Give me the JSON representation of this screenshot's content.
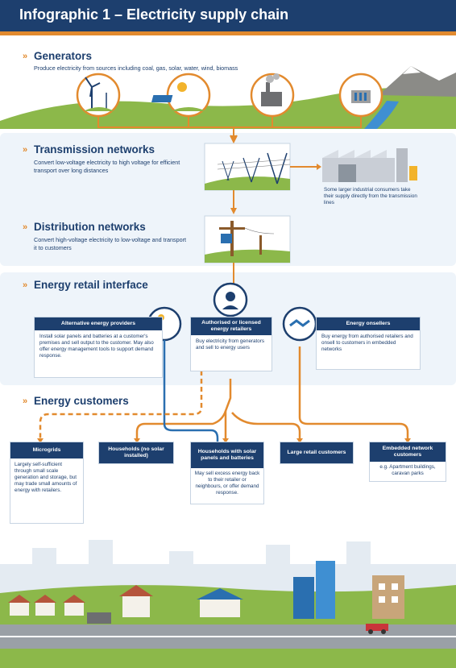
{
  "title": "Infographic 1 – Electricity supply chain",
  "generators": {
    "title": "Generators",
    "desc": "Produce electricity from sources including coal, gas, solar, water, wind, biomass"
  },
  "transmission": {
    "title": "Transmission networks",
    "desc": "Convert low-voltage electricity to high voltage for efficient transport over long distances",
    "industrial_note": "Some larger industrial consumers take their supply directly from the transmission lines"
  },
  "distribution": {
    "title": "Distribution networks",
    "desc": "Convert high-voltage electricity to low-voltage and transport it to customers"
  },
  "retail": {
    "title": "Energy retail interface",
    "alternative": {
      "header": "Alternative energy providers",
      "body": "Install solar panels and batteries at a customer's premises and sell output to the customer. May also offer energy management tools to support demand response."
    },
    "authorised": {
      "header": "Authorised or licensed energy retailers",
      "body": "Buy electricity from generators and sell to energy users"
    },
    "onsellers": {
      "header": "Energy onsellers",
      "body": "Buy energy from authorised retailers and onsell to customers in embedded networks"
    }
  },
  "customers": {
    "title": "Energy customers",
    "microgrids": {
      "header": "Microgrids",
      "body": "Largely self-sufficient through small scale generation and storage, but may trade small amounts of energy with retailers."
    },
    "households_no_solar": {
      "header": "Households (no solar installed)"
    },
    "households_solar": {
      "header": "Households with solar panels and batteries",
      "body": "May sell excess energy back to their retailer or neighbours, or offer demand response."
    },
    "large_retail": {
      "header": "Large retail customers"
    },
    "embedded": {
      "header": "Embedded network customers",
      "body": "e.g. Apartment buildings, caravan parks"
    }
  },
  "colors": {
    "navy": "#1d3f6e",
    "orange": "#e28a2e",
    "blue": "#2a6fb0",
    "green": "#7aaa3e",
    "panel": "#eef4fa"
  }
}
